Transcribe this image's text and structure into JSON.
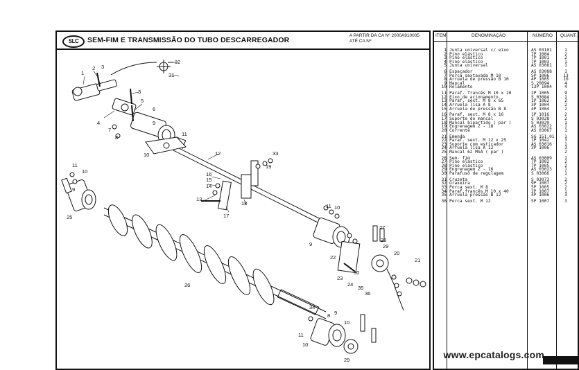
{
  "header": {
    "logo": "SLC",
    "title": "SEM-FIM  E  TRANSMISSÃO DO TUBO DESCARREGADOR",
    "serial_line1": "A  PARTIR DA CA Nº 2000A910005",
    "serial_line2": "ATÉ CA Nº"
  },
  "table": {
    "columns": {
      "item": "ITEM",
      "desc": "DENOMINAÇÃO",
      "num": "NÚMERO",
      "qty": "QUANT."
    },
    "rows": [
      {
        "item": "1",
        "desc": "Junta universal c/ eixo",
        "num": "AS 03101",
        "qty": "1"
      },
      {
        "item": "2",
        "desc": "Pino elástico",
        "num": "7P 1004",
        "qty": "2"
      },
      {
        "item": "3",
        "desc": "Pino elástico",
        "num": "7P 1001",
        "qty": "2"
      },
      {
        "item": "4",
        "desc": "Pino elástico",
        "num": "7P 1003",
        "qty": "1"
      },
      {
        "item": "5",
        "desc": "Junta universal",
        "num": "AS 03081",
        "qty": "1"
      },
      {
        "item": "6",
        "desc": "Espaçador",
        "num": "AS 03088",
        "qty": "1"
      },
      {
        "item": "7",
        "desc": "Porca sextavada M 10",
        "num": "5P 1006",
        "qty": "13"
      },
      {
        "item": "8",
        "desc": "Arruela de pressão B 10",
        "num": "4P 1005",
        "qty": "10"
      },
      {
        "item": "9",
        "desc": "Mancal",
        "num": "S 20094",
        "qty": "4"
      },
      {
        "item": "10",
        "desc": "Rolamento",
        "num": "13P 1004",
        "qty": "4"
      },
      {
        "item": "11",
        "desc": "Paraf. francês M 10 x 20",
        "num": "2P 1005",
        "qty": "9"
      },
      {
        "item": "12",
        "desc": "Eixo de acionamento",
        "num": "S 03084",
        "qty": "1"
      },
      {
        "item": "13",
        "desc": "Paraf. sext. M 8 x 65",
        "num": "1P 1062",
        "qty": "2"
      },
      {
        "item": "14",
        "desc": "Arruela lisa A 8",
        "num": "3P 1004",
        "qty": "2"
      },
      {
        "item": "15",
        "desc": "Arruela de pressão B 8",
        "num": "4P 1004",
        "qty": "2"
      },
      {
        "item": "16",
        "desc": "Paraf. sext. M 8 x 16",
        "num": "1P 1016",
        "qty": "2"
      },
      {
        "item": "17",
        "desc": "Suporte do mancal",
        "num": "S 03028",
        "qty": "2"
      },
      {
        "item": "18",
        "desc": "Mancal bipartido ( par )",
        "num": "S 03029",
        "qty": "1"
      },
      {
        "item": "19",
        "desc": "Engrenagem Z - 18",
        "num": "AS 03022",
        "qty": "1"
      },
      {
        "item": "20",
        "desc": "Corrente",
        "num": "AS 03067",
        "qty": "1"
      },
      {
        "item": "21",
        "desc": "Emenda",
        "num": "SG 151.01",
        "qty": "1"
      },
      {
        "item": "22",
        "desc": "Paraf. sext. M 12 x 25",
        "num": "1P 1042",
        "qty": "3"
      },
      {
        "item": "23",
        "desc": "Suporte com esticador",
        "num": "AS 03016",
        "qty": "1"
      },
      {
        "item": "24",
        "desc": "Arruela lisa A 12",
        "num": "3P 1006",
        "qty": "3"
      },
      {
        "item": "25",
        "desc": "Mancal 62 MSA ( par )",
        "num": "",
        "qty": "2"
      },
      {
        "item": "26",
        "desc": "Sem- fim",
        "num": "AS 03009",
        "qty": "1"
      },
      {
        "item": "27",
        "desc": "Pino elástico",
        "num": "7P 1002",
        "qty": "2"
      },
      {
        "item": "28",
        "desc": "Pino elástico",
        "num": "7P 1005",
        "qty": "2"
      },
      {
        "item": "29",
        "desc": "Engrenagem Z - 16",
        "num": "AS 03023",
        "qty": "1"
      },
      {
        "item": "30",
        "desc": "Parafuso de regulagem",
        "num": "S 03066",
        "qty": "1"
      },
      {
        "item": "31",
        "desc": "Cruzeta",
        "num": "S 03073",
        "qty": "2"
      },
      {
        "item": "32",
        "desc": "Graxeira",
        "num": "9P 1007",
        "qty": "2"
      },
      {
        "item": "33",
        "desc": "Porca sext. M 8",
        "num": "5P 1005",
        "qty": "2"
      },
      {
        "item": "34",
        "desc": "Paraf.francês M 10 x 40",
        "num": "2P 1007",
        "qty": "1"
      },
      {
        "item": "35",
        "desc": "Arruela pressão B 12",
        "num": "4P 1006",
        "qty": "3"
      },
      {
        "item": "36",
        "desc": "Porca sext. M 12",
        "num": "5P 1007",
        "qty": "3"
      }
    ]
  },
  "callouts": {
    "n1": "1",
    "n2": "2",
    "n3": "3",
    "n4": "4",
    "n5": "5",
    "n6": "6",
    "n7": "7",
    "n8": "8",
    "n9": "9",
    "n10": "10",
    "n11": "11",
    "n12": "12",
    "n13": "13",
    "n14": "14",
    "n15": "15",
    "n16": "16",
    "n17": "17",
    "n18": "18",
    "n19": "19",
    "n20": "20",
    "n21": "21",
    "n22": "22",
    "n23": "23",
    "n24": "24",
    "n25": "25",
    "n26": "26",
    "n27": "27",
    "n28": "28",
    "n29": "29",
    "n30": "30",
    "n31": "31",
    "n32": "32",
    "n33": "33",
    "n34": "34",
    "n35": "35",
    "n36": "36"
  },
  "watermark": "www.epcatalogs.com"
}
